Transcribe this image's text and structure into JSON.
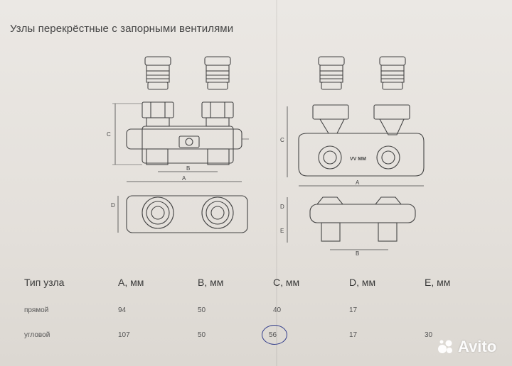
{
  "title": "Узлы перекрёстные с запорными вентилями",
  "dimension_letters": {
    "a": "A",
    "b": "B",
    "c": "C",
    "d": "D",
    "e": "E"
  },
  "valve_badge": "VV MM",
  "table": {
    "headers": [
      "Тип узла",
      "A, мм",
      "B, мм",
      "C, мм",
      "D, мм",
      "E, мм"
    ],
    "rows": [
      {
        "type": "прямой",
        "a": "94",
        "b": "50",
        "c": "40",
        "d": "17",
        "e": ""
      },
      {
        "type": "угловой",
        "a": "107",
        "b": "50",
        "c": "56",
        "d": "17",
        "e": "30"
      }
    ]
  },
  "highlight": {
    "color": "#2f3a8a"
  },
  "watermark": {
    "text": "Avito",
    "icon": "avito-logo-icon"
  }
}
